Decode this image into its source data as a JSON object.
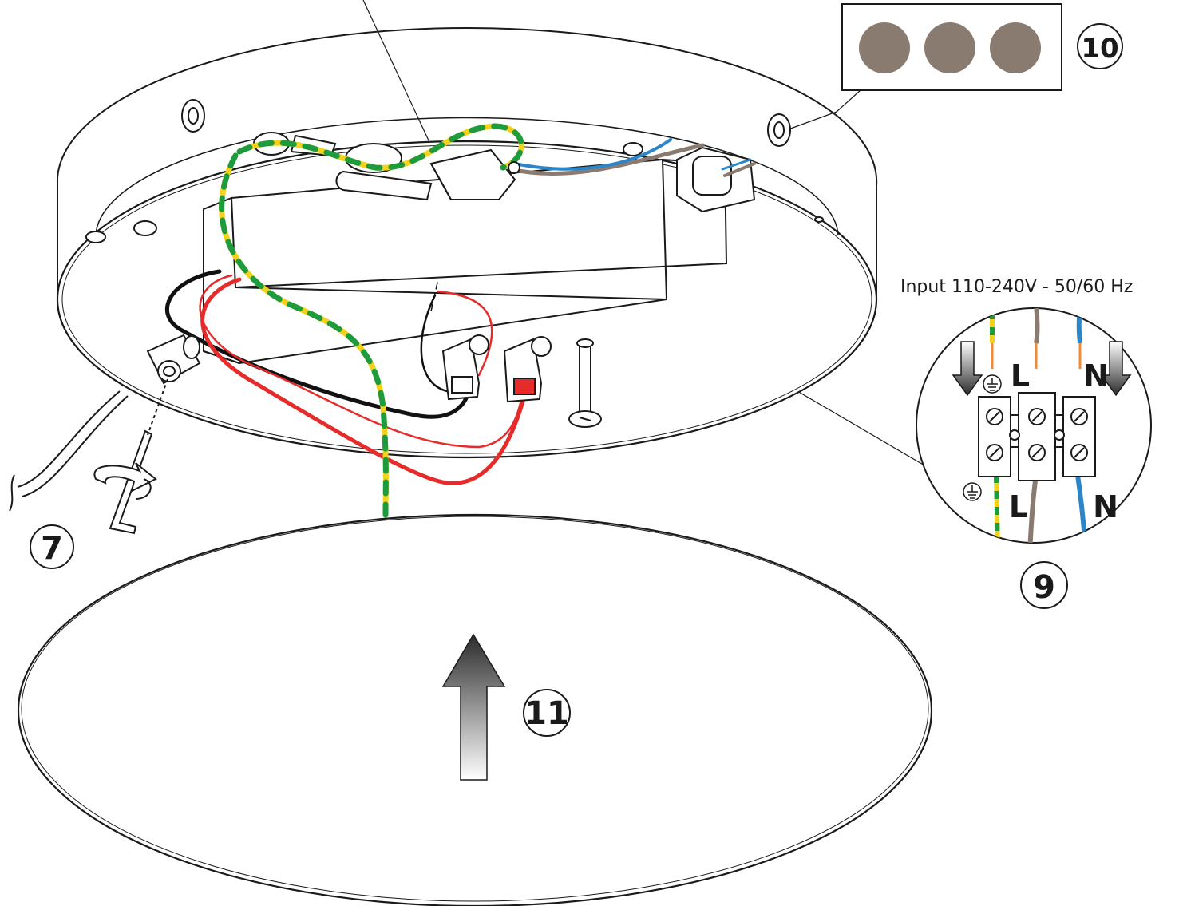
{
  "labels": {
    "input_spec": "Input 110-240V - 50/60 Hz",
    "step_7": "7",
    "step_9": "9",
    "step_10": "10",
    "step_11": "11",
    "terminal_top_live": "L",
    "terminal_top_neutral": "N",
    "terminal_bottom_live": "L",
    "terminal_bottom_neutral": "N"
  },
  "colors": {
    "outline": "#1a1a1a",
    "earth_green": "#1e9b3c",
    "earth_yellow": "#f2d21b",
    "live_brown": "#8a7a70",
    "neutral_blue": "#2a86c8",
    "internal_red": "#e62b2b",
    "internal_black": "#111111",
    "ferrule_orange": "#f08a35",
    "cover_dots": "#8a7b70"
  },
  "icons": [
    "earth-symbol-icon",
    "hex-key-icon",
    "rotation-arrow-icon",
    "up-arrow-icon",
    "down-arrow-icon"
  ]
}
